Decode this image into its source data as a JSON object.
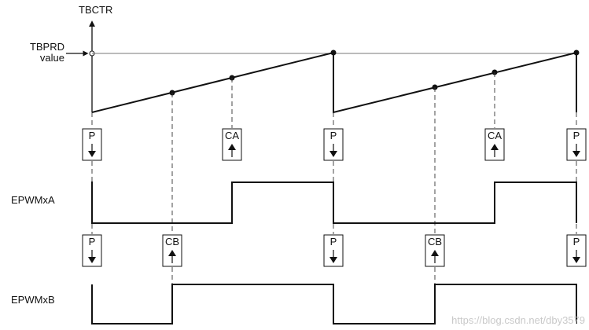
{
  "axis": {
    "ylabel": "TBCTR"
  },
  "period_label": [
    "TBPRD",
    "value"
  ],
  "signals": {
    "a": "EPWMxA",
    "b": "EPWMxB"
  },
  "events": {
    "period": "P",
    "cmpa": "CA",
    "cmpb": "CB"
  },
  "watermark": "https://blog.csdn.net/dby3579",
  "colors": {
    "line": "#111111",
    "dash": "#333333",
    "watermark": "#c9c9c9"
  }
}
